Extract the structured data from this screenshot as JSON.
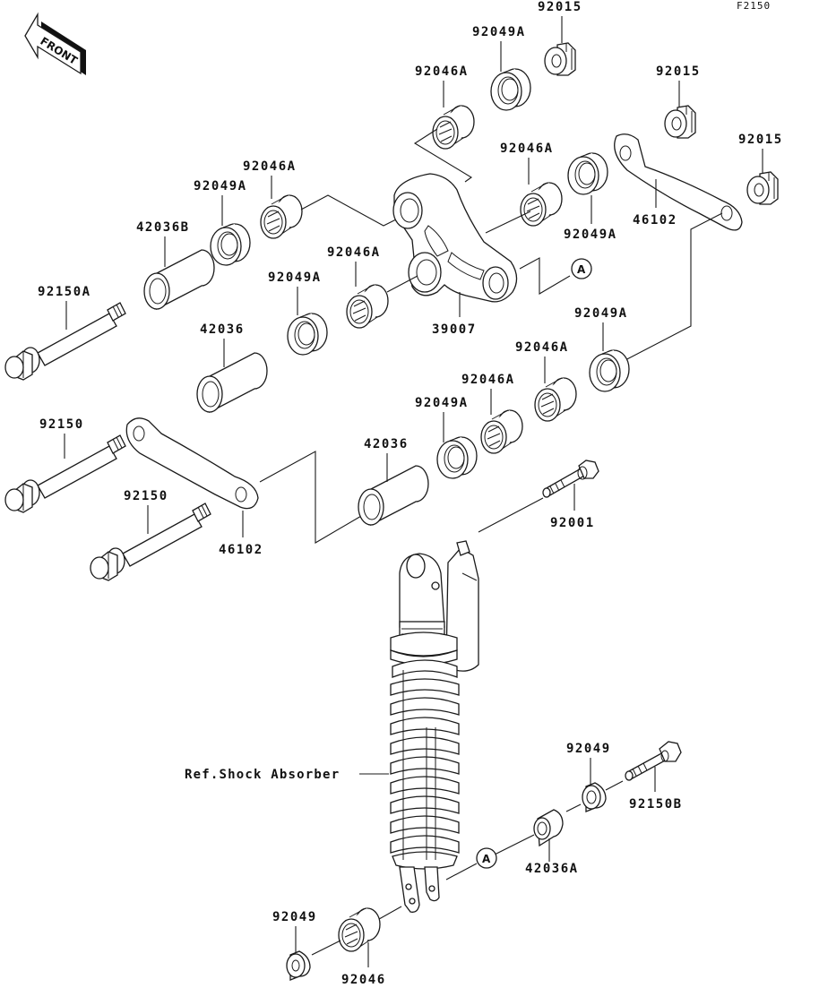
{
  "figure_id": "F2150",
  "front_indicator": "FRONT",
  "reference_label": "Ref.Shock Absorber",
  "callout_letter": "A",
  "parts": {
    "nut_top": "92015",
    "nut_mid": "92015",
    "nut_right": "92015",
    "collar_top": "92049A",
    "bearing_top": "92046A",
    "bearing_left_upper": "92046A",
    "collar_left_upper": "92049A",
    "sleeve_left_upper": "42036B",
    "bearing_center": "92046A",
    "collar_right_upper": "92049A",
    "link_plate_right": "46102",
    "rocker_bearing": "92046A",
    "rocker_collar": "92049A",
    "rocker_arm": "39007",
    "bolt_upper": "92150A",
    "sleeve_mid": "42036",
    "collar_lower_right": "92049A",
    "bearing_lower_right": "92046A",
    "bearing_lower_mid": "92046A",
    "collar_lower_mid": "92049A",
    "bolt_mid": "92150",
    "link_plate_left": "46102",
    "sleeve_lower": "42036",
    "bolt_lower": "92150",
    "shock_bolt": "92001",
    "shock_collar_right": "92049",
    "shock_bolt_lower": "92150B",
    "shock_sleeve": "42036A",
    "shock_collar_left": "92049",
    "shock_bearing": "92046"
  }
}
